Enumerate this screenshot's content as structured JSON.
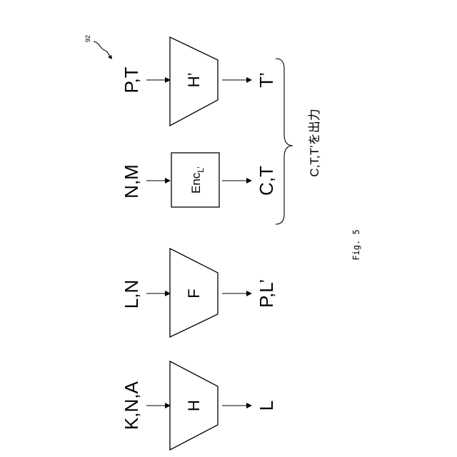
{
  "figure": {
    "ref_number": "92",
    "caption": "Fig. 5",
    "bracket_label": "C,T,T’を出力"
  },
  "columns": [
    {
      "input": "K,N,A",
      "block": "H",
      "block_shape": "trapezoid",
      "output": "L"
    },
    {
      "input": "L,N",
      "block": "F",
      "block_shape": "trapezoid",
      "output": "P,L’"
    },
    {
      "input": "N,M",
      "block": "Enc",
      "block_sub": "L’",
      "block_shape": "rectangle",
      "output": "C,T"
    },
    {
      "input": "P,T",
      "block": "H’",
      "block_shape": "trapezoid",
      "output": "T’"
    }
  ]
}
